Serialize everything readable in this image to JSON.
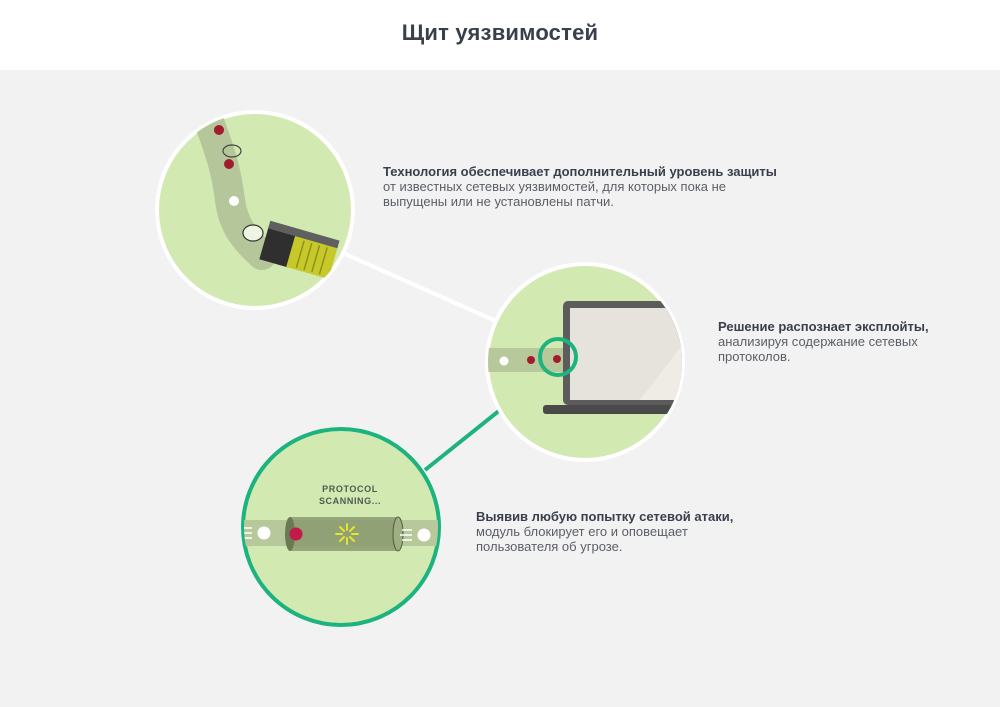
{
  "page": {
    "title": "Щит уязвимостей"
  },
  "steps": [
    {
      "lead": "Технология обеспечивает дополнительный уровень защиты",
      "body": "от известных сетевых уязвимостей, для которых пока не выпущены или не установлены патчи."
    },
    {
      "lead": "Решение распознает эксплойты,",
      "body": "анализируя содержание сетевых протоколов."
    },
    {
      "lead": "Выявив любую попытку сетевой атаки,",
      "body": "модуль блокирует его и оповещает пользователя об угрозе."
    }
  ],
  "scanner": {
    "label_line1": "PROTOCOL",
    "label_line2": "SCANNING..."
  },
  "colors": {
    "background": "#f2f2f2",
    "circle_fill": "#d3e9b2",
    "accent_green": "#1db37e",
    "threat_red": "#a21c2e",
    "pipe": "#b7c89a",
    "title": "#3a3f4c"
  }
}
